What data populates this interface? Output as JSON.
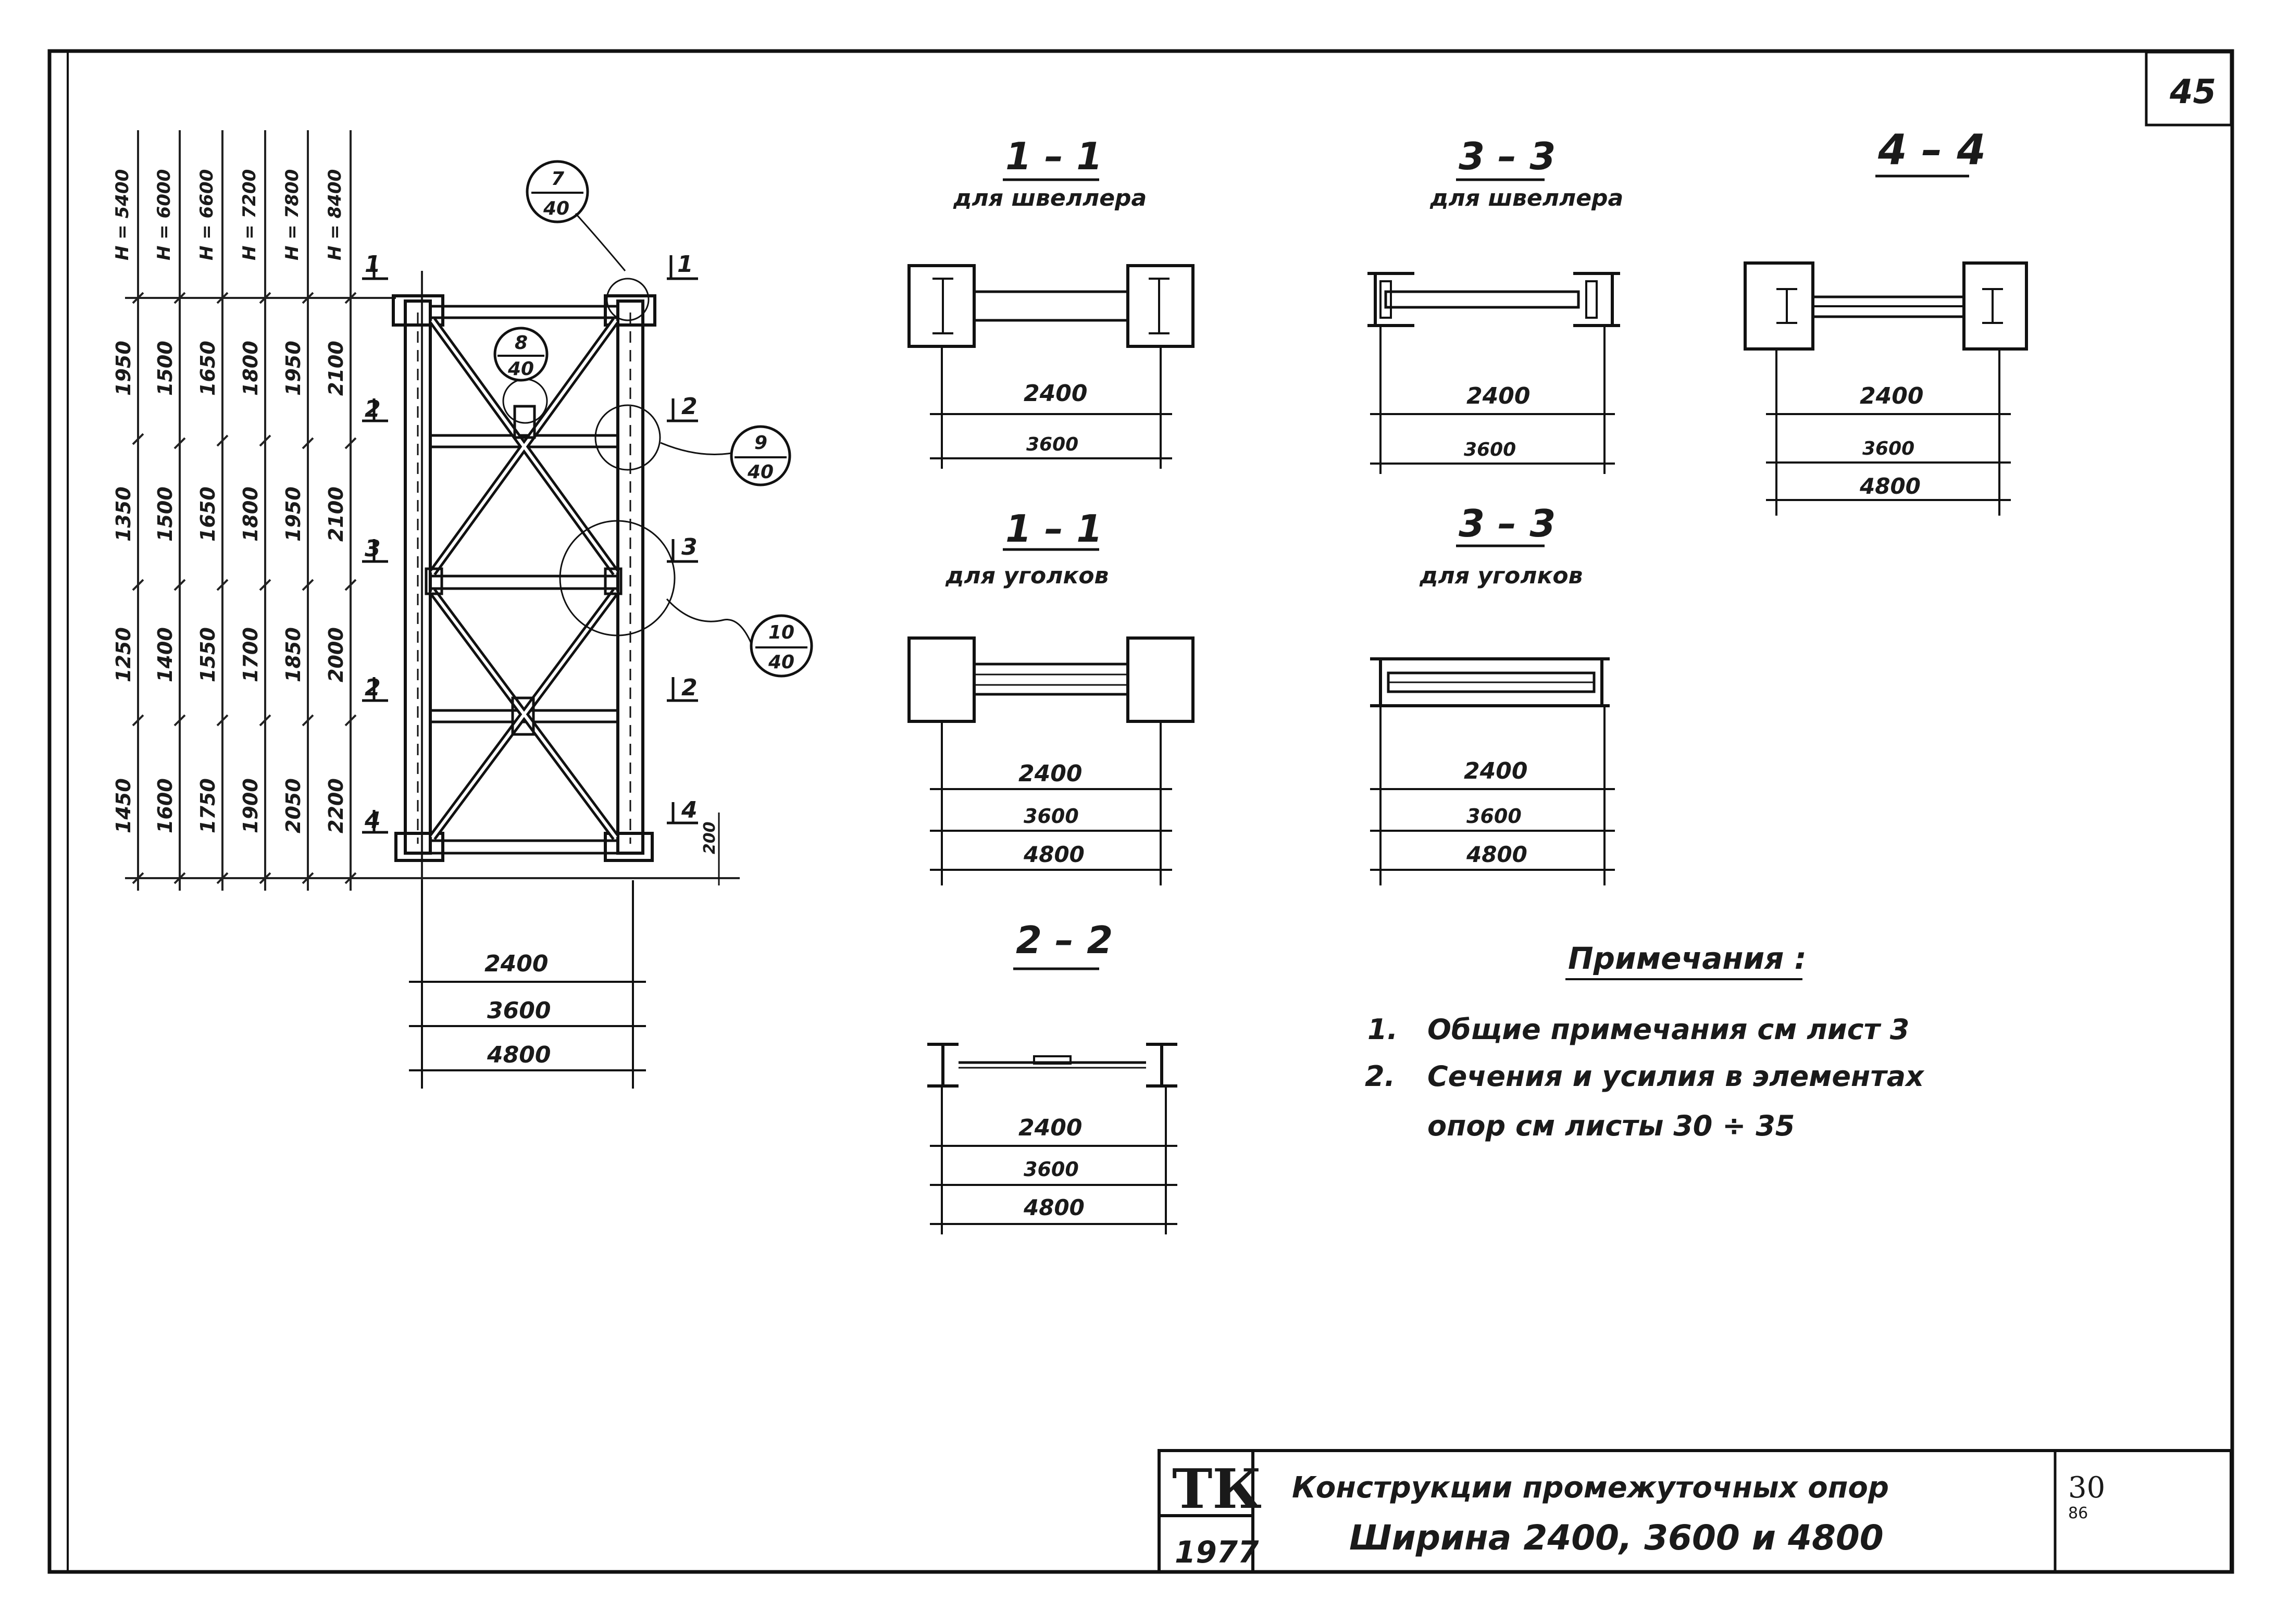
{
  "sheet_number": "45",
  "elevation": {
    "heights": [
      "H = 5400",
      "H = 6000",
      "H = 6600",
      "H = 7200",
      "H = 7800",
      "H = 8400"
    ],
    "columns": [
      [
        "1950",
        "1350",
        "1250",
        "1450"
      ],
      [
        "1500",
        "1500",
        "1400",
        "1600"
      ],
      [
        "1650",
        "1650",
        "1550",
        "1750"
      ],
      [
        "1800",
        "1800",
        "1700",
        "1900"
      ],
      [
        "1950",
        "1950",
        "1850",
        "2050"
      ],
      [
        "2100",
        "2100",
        "2000",
        "2200"
      ]
    ],
    "section_marks": [
      "1",
      "2",
      "3",
      "2",
      "4"
    ],
    "bubbles": [
      {
        "num": "7",
        "den": "40"
      },
      {
        "num": "8",
        "den": "40"
      },
      {
        "num": "9",
        "den": "40"
      },
      {
        "num": "10",
        "den": "40"
      }
    ],
    "bottom_dim": "200",
    "widths": [
      "2400",
      "3600",
      "4800"
    ]
  },
  "sections": {
    "s11a": {
      "title": "1 – 1",
      "subtitle": "для швеллера",
      "dims": [
        "2400",
        "3600"
      ]
    },
    "s33a": {
      "title": "3 – 3",
      "subtitle": "для швеллера",
      "dims": [
        "2400",
        "3600"
      ]
    },
    "s44": {
      "title": "4 – 4",
      "dims": [
        "2400",
        "3600",
        "4800"
      ]
    },
    "s11b": {
      "title": "1 – 1",
      "subtitle": "для уголков",
      "dims": [
        "2400",
        "3600",
        "4800"
      ]
    },
    "s33b": {
      "title": "3 – 3",
      "subtitle": "для уголков",
      "dims": [
        "2400",
        "3600",
        "4800"
      ]
    },
    "s22": {
      "title": "2 – 2",
      "dims": [
        "2400",
        "3600",
        "4800"
      ]
    }
  },
  "notes": {
    "title": "Примечания :",
    "items": [
      {
        "num": "1.",
        "text": "Общие примечания  см  лист 3"
      },
      {
        "num": "2.",
        "text": "Сечения и усилия в элементах"
      }
    ],
    "continuation": "опор  см  листы  30 ÷ 35"
  },
  "title_block": {
    "code": "ТК",
    "year": "1977",
    "line1": "Конструкции  промежуточных  опор",
    "line2": "Ширина  2400, 3600  и  4800",
    "sheet": "30",
    "sub": "86"
  }
}
